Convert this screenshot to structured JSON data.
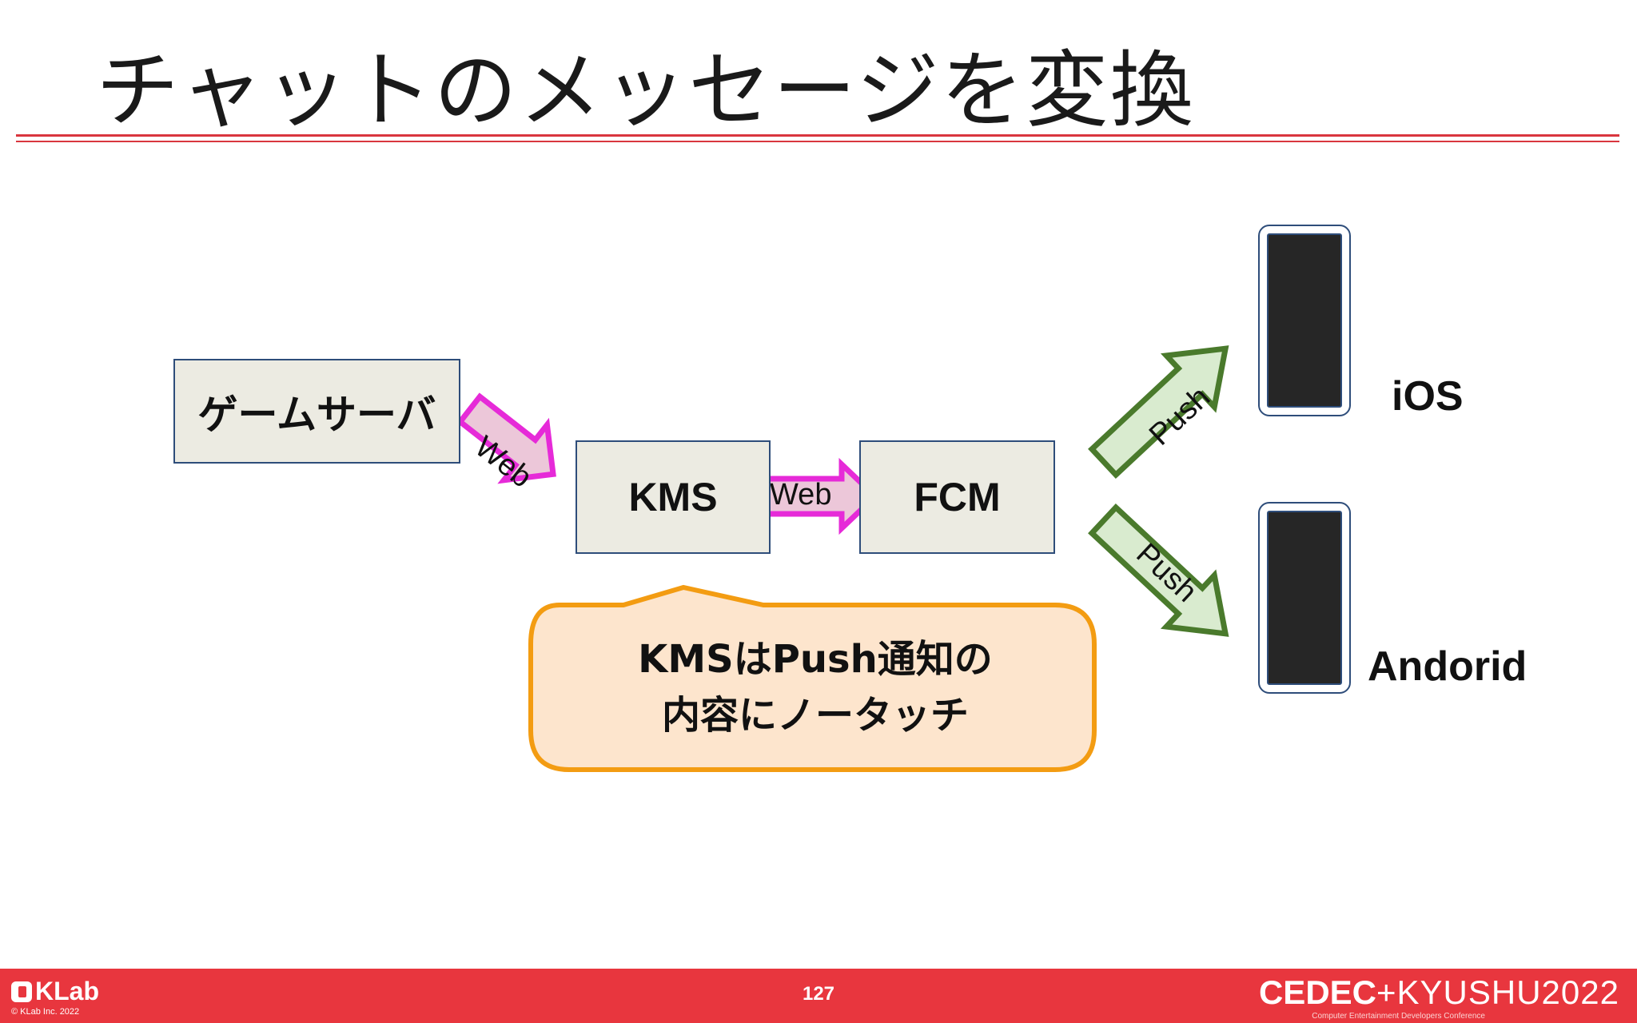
{
  "slide": {
    "title": "チャットのメッセージを変換",
    "page_number": "127"
  },
  "diagram": {
    "nodes": {
      "game_server": "ゲームサーバ",
      "kms": "KMS",
      "fcm": "FCM",
      "ios_label": "iOS",
      "android_label": "Andorid"
    },
    "edges": {
      "game_to_kms": "Web",
      "kms_to_fcm": "Web",
      "fcm_to_ios": "Push",
      "fcm_to_android": "Push"
    },
    "callout": {
      "line1": "KMSはPush通知の",
      "line2": "内容にノータッチ"
    },
    "colors": {
      "web_arrow_fill": "#ecc7d9",
      "web_arrow_stroke": "#e62ad8",
      "push_arrow_fill": "#d9ebcf",
      "push_arrow_stroke": "#4a7a2c",
      "callout_fill": "#fde5cd",
      "callout_stroke": "#f39c12",
      "box_fill": "#ecebe2",
      "box_stroke": "#2e4d7a"
    }
  },
  "footer": {
    "brand": "KLab",
    "copyright": "© KLab Inc. 2022",
    "conference_logo_bold": "CEDEC",
    "conference_logo_light": "+KYUSHU2022",
    "conference_subtitle": "Computer Entertainment Developers Conference"
  }
}
